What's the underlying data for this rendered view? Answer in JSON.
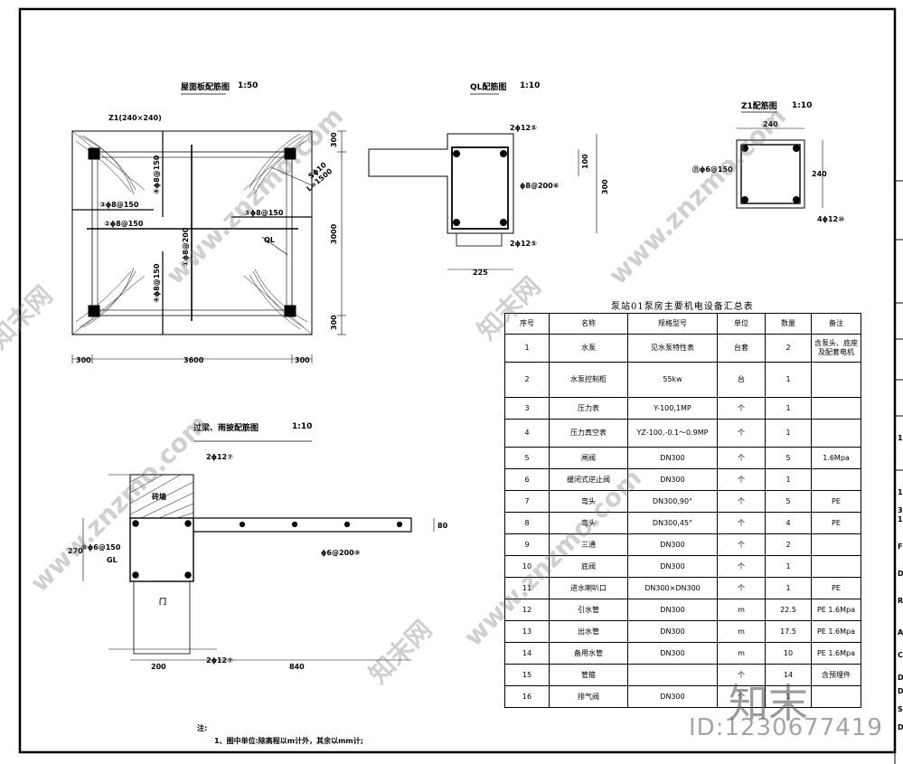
{
  "plan": {
    "title": "屋面板配筋图",
    "scale": "1:50",
    "col_label": "Z1(240×240)",
    "r1": "③ϕ8@150",
    "r2": "②ϕ8@150",
    "r3": "③ϕ8@150",
    "r4v1": "④ϕ8@150",
    "r4v2": "④ϕ8@150",
    "r1v": "①ϕ8@200",
    "diag": "5ϕ10",
    "diag2": "L=1500",
    "ql": "QL",
    "dim_left": "300",
    "dim_mid": "3600",
    "dim_right": "300",
    "dim_top": "300",
    "dim_h": "3000",
    "dim_bot": "300"
  },
  "ql": {
    "title": "QL配筋图",
    "scale": "1:10",
    "top": "2ϕ12⑤",
    "stir": "ϕ8@200⑥",
    "bot": "2ϕ12⑤",
    "dim_w": "225",
    "dim_h": "300",
    "dim_s": "100"
  },
  "z1": {
    "title": "Z1配筋图",
    "scale": "1:10",
    "dim_w": "240",
    "dim_h": "240",
    "stir": "⑪ϕ6@150",
    "bar": "4ϕ12⑩"
  },
  "lintel": {
    "title": "过梁、雨披配筋图",
    "scale": "1:10",
    "top": "2ϕ12⑦",
    "wall": "砖墙",
    "stir": "⑧ϕ6@150",
    "slab": "ϕ6@200⑨",
    "gl": "GL",
    "door": "门",
    "bot": "2ϕ12⑦",
    "dim_h": "270",
    "dim_t": "80",
    "dim_w1": "200",
    "dim_w2": "840"
  },
  "notes": {
    "head": "注:",
    "line1": "1、图中单位:除高程以m计外，其余以mm计;"
  },
  "equipment": {
    "title": "泵站01泵房主要机电设备汇总表",
    "headers": [
      "序号",
      "名称",
      "规格型号",
      "单位",
      "数量",
      "备注"
    ],
    "rows": [
      [
        "1",
        "水泵",
        "见水泵特性表",
        "台套",
        "2",
        "含泵头、底座及配套电机"
      ],
      [
        "2",
        "水泵控制柜",
        "55kw",
        "台",
        "1",
        ""
      ],
      [
        "3",
        "压力表",
        "Y-100,1MP",
        "个",
        "1",
        ""
      ],
      [
        "4",
        "压力真空表",
        "YZ-100,-0.1～0.9MP",
        "个",
        "1",
        ""
      ],
      [
        "5",
        "闸阀",
        "DN300",
        "个",
        "5",
        "1.6Mpa"
      ],
      [
        "6",
        "缓闭式逆止阀",
        "DN300",
        "个",
        "1",
        ""
      ],
      [
        "7",
        "弯头",
        "DN300,90°",
        "个",
        "5",
        "PE"
      ],
      [
        "8",
        "弯头",
        "DN300,45°",
        "个",
        "4",
        "PE"
      ],
      [
        "9",
        "三通",
        "DN300",
        "个",
        "2",
        ""
      ],
      [
        "10",
        "底阀",
        "DN300",
        "个",
        "1",
        ""
      ],
      [
        "11",
        "进水喇叭口",
        "DN300×DN300",
        "个",
        "1",
        "PE"
      ],
      [
        "12",
        "引水管",
        "DN300",
        "m",
        "22.5",
        "PE 1.6Mpa"
      ],
      [
        "13",
        "出水管",
        "DN300",
        "m",
        "17.5",
        "PE 1.6Mpa"
      ],
      [
        "14",
        "备用水管",
        "DN300",
        "m",
        "10",
        "PE 1.6Mpa"
      ],
      [
        "15",
        "管箍",
        "",
        "个",
        "14",
        "含预埋件"
      ],
      [
        "16",
        "排气阀",
        "DN300",
        "个",
        "1",
        ""
      ]
    ]
  },
  "watermark": {
    "site": "www.znzmo.com",
    "brand": "知末网",
    "logo": "知末",
    "id": "ID:1230677419"
  },
  "right_col": [
    "1",
    "1",
    "3",
    "1",
    "F",
    "D",
    "R",
    "A",
    "C",
    "D",
    "D",
    "S",
    "D"
  ]
}
